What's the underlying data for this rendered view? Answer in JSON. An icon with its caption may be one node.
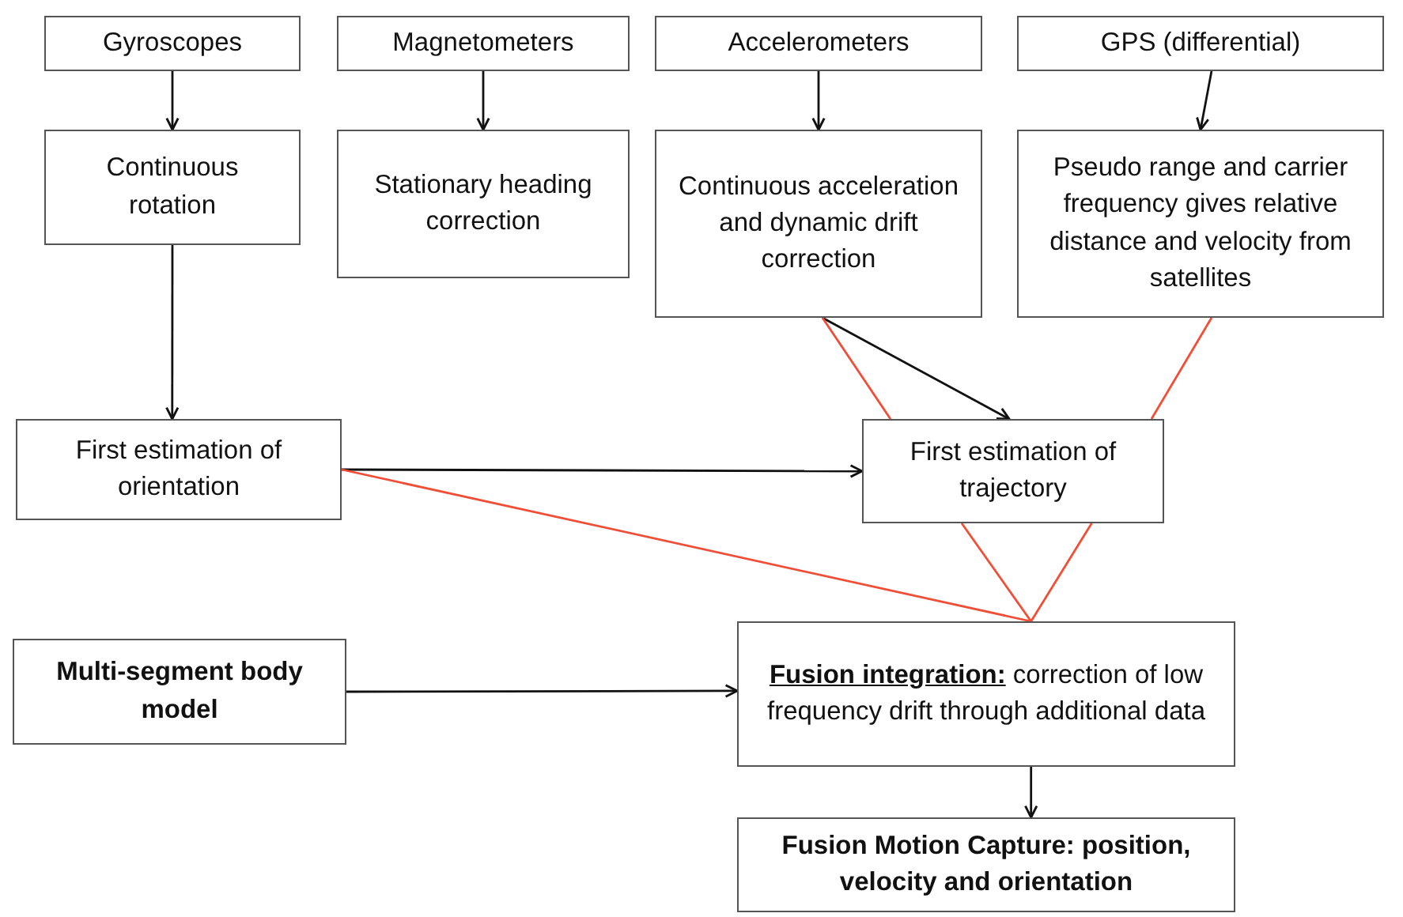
{
  "diagram": {
    "nodes": [
      {
        "text": [
          "Gyroscopes"
        ]
      },
      {
        "text": [
          "Magnetometers"
        ]
      },
      {
        "text": [
          "Accelerometers"
        ]
      },
      {
        "text": [
          "GPS (differential)"
        ]
      },
      {
        "text": [
          "Continuous rotation"
        ]
      },
      {
        "text": [
          "Stationary heading correction"
        ]
      },
      {
        "text": [
          "Continuous acceleration and dynamic drift correction"
        ]
      },
      {
        "text": [
          "Pseudo range and carrier frequency gives relative distance and velocity from satellites"
        ]
      },
      {
        "text": [
          "First estimation of orientation"
        ]
      },
      {
        "text": [
          "First estimation of trajectory"
        ]
      },
      {
        "text": [
          "Multi-segment body model"
        ]
      },
      {
        "text": [
          "**Fusion integration:** correction of low frequency drift through additional data"
        ]
      },
      {
        "text": [
          "Fusion Motion Capture: position, velocity and orientation"
        ]
      }
    ],
    "edges": [
      {
        "from": 0,
        "to": 4,
        "arrow": "to"
      },
      {
        "from": 1,
        "to": 5,
        "arrow": "to"
      },
      {
        "from": 2,
        "to": 6,
        "arrow": "to"
      },
      {
        "from": 3,
        "to": 7,
        "arrow": "to"
      },
      {
        "from": 4,
        "to": 8,
        "arrow": "to"
      },
      {
        "from": 6,
        "to": 9,
        "arrow": "to"
      },
      {
        "from": 8,
        "to": 9,
        "arrow": "to"
      },
      {
        "from": 6,
        "to": 9,
        "arrow": "none",
        "color": "#f04e37"
      },
      {
        "from": 7,
        "to": 9,
        "arrow": "none",
        "color": "#f04e37"
      },
      {
        "from": 9,
        "to": 11,
        "arrow": "none",
        "color": "#f04e37"
      },
      {
        "from": 9,
        "to": 11,
        "arrow": "none",
        "color": "#f04e37"
      },
      {
        "from": 8,
        "to": 11,
        "arrow": "none",
        "color": "#f04e37"
      },
      {
        "from": 10,
        "to": 11,
        "arrow": "to"
      },
      {
        "from": 11,
        "to": 12,
        "arrow": "to"
      }
    ]
  }
}
